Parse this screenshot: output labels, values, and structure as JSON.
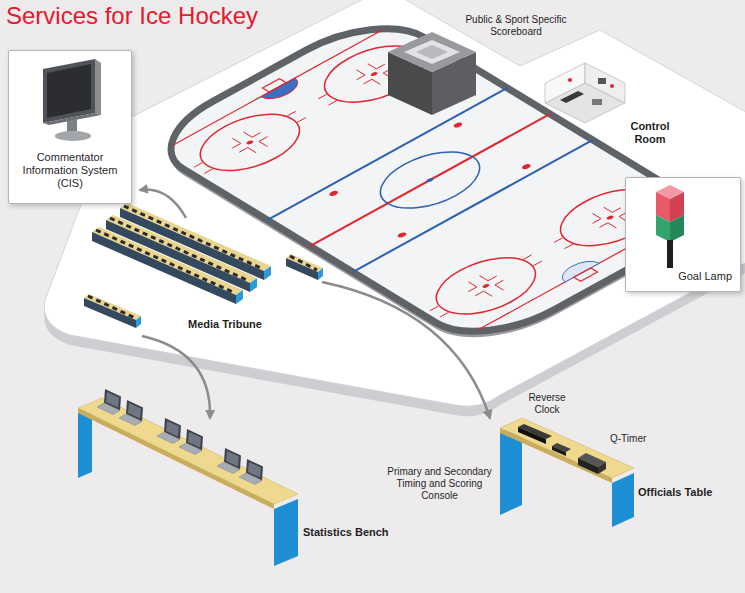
{
  "diagram": {
    "title": "Services for Ice Hockey",
    "nodes": [
      {
        "text": [
          "Commentator Information System (CIS)"
        ]
      },
      {
        "text": [
          "Goal Lamp"
        ]
      }
    ],
    "labels": [
      "Public & Sport Specific Scoreboard",
      "Control Room",
      "Media Tribune",
      "Reverse Clock",
      "Q-Timer",
      "Primary and Secondary Timing and Scoring Console",
      "Officials Table",
      "Statistics Bench"
    ]
  }
}
